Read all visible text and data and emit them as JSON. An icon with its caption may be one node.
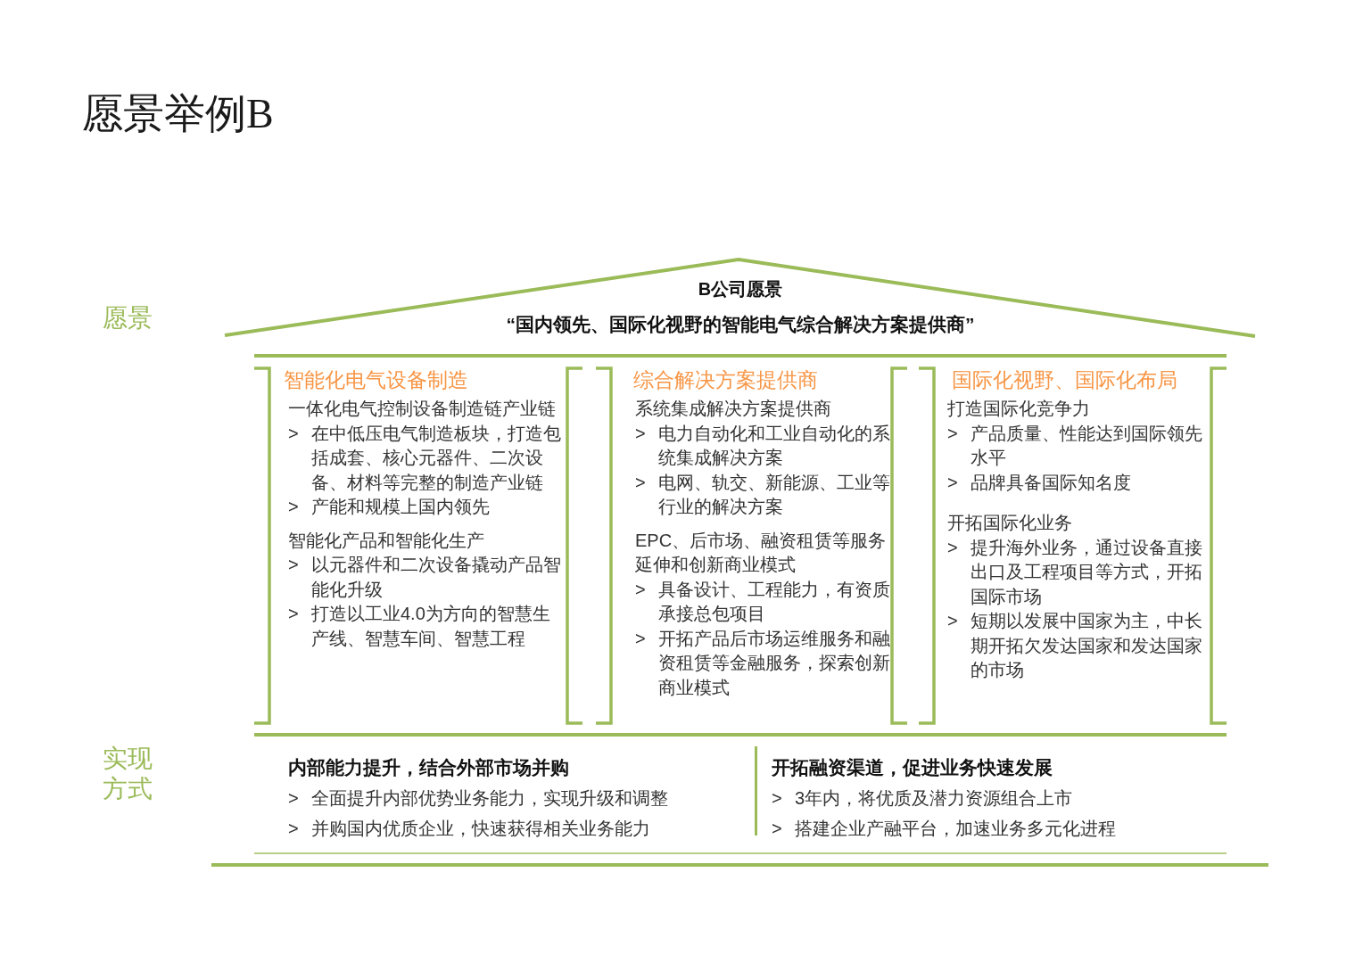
{
  "diagram": {
    "title": "愿景举例B",
    "nodes": [
      {
        "text": [
          "B公司愿景",
          "“国内领先、国际化视野的智能电气综合解决方案提供商”"
        ]
      },
      {
        "text": [
          "智能化电气设备制造",
          "一体化电气控制设备制造链产业链",
          "> 在中低压电气制造板块，打造包括成套、核心元器件、二次设备、材料等完整的制造产业链",
          "> 产能和规模上国内领先",
          "智能化产品和智能化生产",
          "> 以元器件和二次设备撬动产品智能化升级",
          "> 打造以工业4.0为方向的智慧生产线、智慧车间、智慧工程"
        ]
      },
      {
        "text": [
          "综合解决方案提供商",
          "系统集成解决方案提供商",
          "> 电力自动化和工业自动化的系统集成解决方案",
          "> 电网、轨交、新能源、工业等行业的解决方案",
          "EPC、后市场、融资租赁等服务延伸和创新商业模式",
          "> 具备设计、工程能力，有资质承接总包项目",
          "> 开拓产品后市场运维服务和融资租赁等金融服务，探索创新商业模式"
        ]
      },
      {
        "text": [
          "国际化视野、国际化布局",
          "打造国际化竞争力",
          "> 产品质量、性能达到国际领先水平",
          "> 品牌具备国际知名度",
          "开拓国际化业务",
          "> 提升海外业务，通过设备直接出口及工程项目等方式，开拓国际市场",
          "> 短期以发展中国家为主，中长期开拓欠发达国家和发达国家的市场"
        ]
      },
      {
        "text": [
          "内部能力提升，结合外部市场并购",
          "> 全面提升内部优势业务能力，实现升级和调整",
          "> 并购国内优质企业，快速获得相关业务能力",
          "开拓融资渠道，促进业务快速发展",
          "> 3年内，将优质及潜力资源组合上市",
          "> 搭建企业产融平台，加速业务多元化进程"
        ]
      }
    ],
    "labels": [
      "愿景",
      "实现方式"
    ]
  }
}
